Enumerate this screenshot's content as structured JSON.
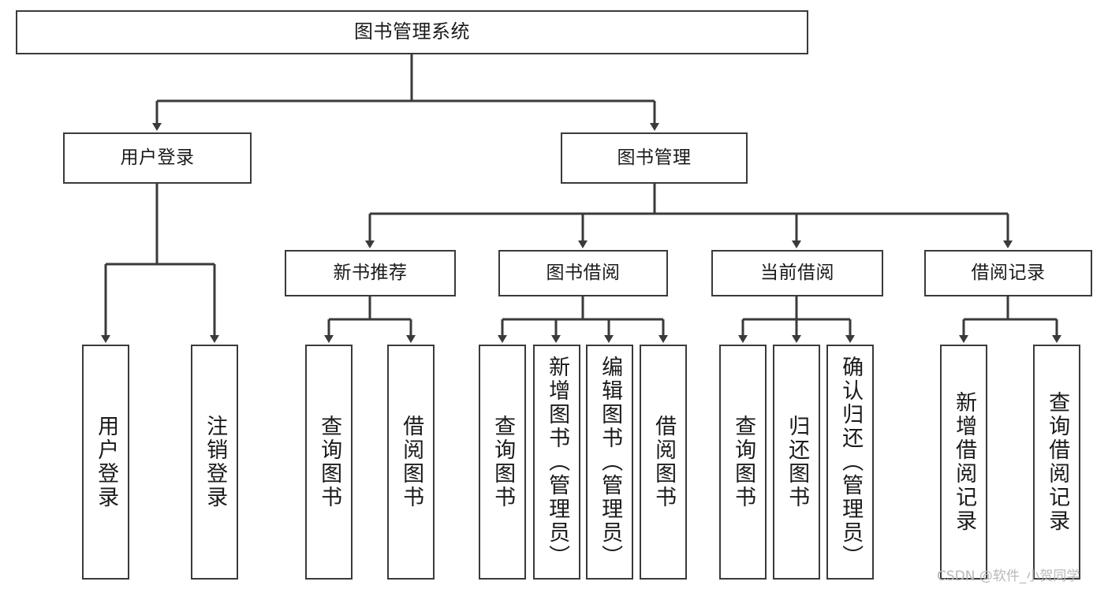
{
  "diagram": {
    "title": "图书管理系统",
    "type": "hierarchy-tree",
    "stroke_color": "#3a3a3a",
    "fill_color": "#ffffff",
    "text_color": "#1a1a1a"
  },
  "nodes": {
    "root": {
      "label": "图书管理系统"
    },
    "level2": {
      "user_login": {
        "label": "用户登录"
      },
      "book_manage": {
        "label": "图书管理"
      }
    },
    "level3": {
      "new_book_rec": {
        "label": "新书推荐"
      },
      "book_borrow": {
        "label": "图书借阅"
      },
      "current_borrow": {
        "label": "当前借阅"
      },
      "borrow_record": {
        "label": "借阅记录"
      }
    },
    "leaves": {
      "user_login_1": {
        "label": "用户登录"
      },
      "user_login_2": {
        "label": "注销登录"
      },
      "new_book_rec_1": {
        "label": "查询图书"
      },
      "new_book_rec_2": {
        "label": "借阅图书"
      },
      "book_borrow_1": {
        "label": "查询图书"
      },
      "book_borrow_2": {
        "label": "新增图书（管理员）"
      },
      "book_borrow_3": {
        "label": "编辑图书（管理员）"
      },
      "book_borrow_4": {
        "label": "借阅图书"
      },
      "current_borrow_1": {
        "label": "查询图书"
      },
      "current_borrow_2": {
        "label": "归还图书"
      },
      "current_borrow_3": {
        "label": "确认归还（管理员）"
      },
      "borrow_record_1": {
        "label": "新增借阅记录"
      },
      "borrow_record_2": {
        "label": "查询借阅记录"
      }
    }
  },
  "watermark": {
    "text": "CSDN @软件_小贺同学"
  }
}
